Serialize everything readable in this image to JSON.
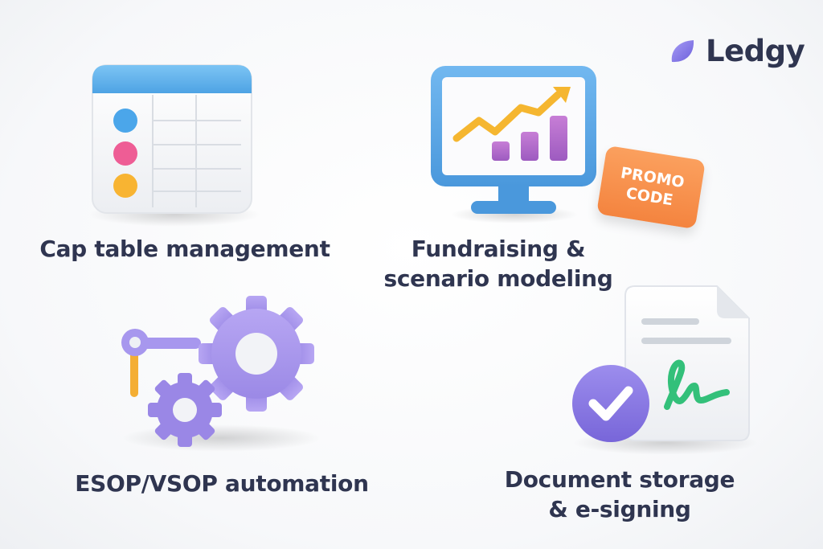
{
  "brand": {
    "name": "Ledgy",
    "logo_icon": "leaf-icon",
    "color": "#7f72e6"
  },
  "features": [
    {
      "label": "Cap table management",
      "icon": "table-icon"
    },
    {
      "label_line1": "Fundraising &",
      "label_line2": "scenario modeling",
      "icon": "monitor-chart-icon",
      "badge_line1": "PROMO",
      "badge_line2": "CODE"
    },
    {
      "label": "ESOP/VSOP automation",
      "icon": "gears-icon"
    },
    {
      "label_line1": "Document storage",
      "label_line2": "& e-signing",
      "icon": "signed-document-icon"
    }
  ],
  "colors": {
    "text": "#2f3550",
    "blue": "#5aaee8",
    "pink": "#ee5d95",
    "yellow": "#f8b432",
    "purple": "#a895ec",
    "orange": "#f79152",
    "green": "#33c07a"
  }
}
